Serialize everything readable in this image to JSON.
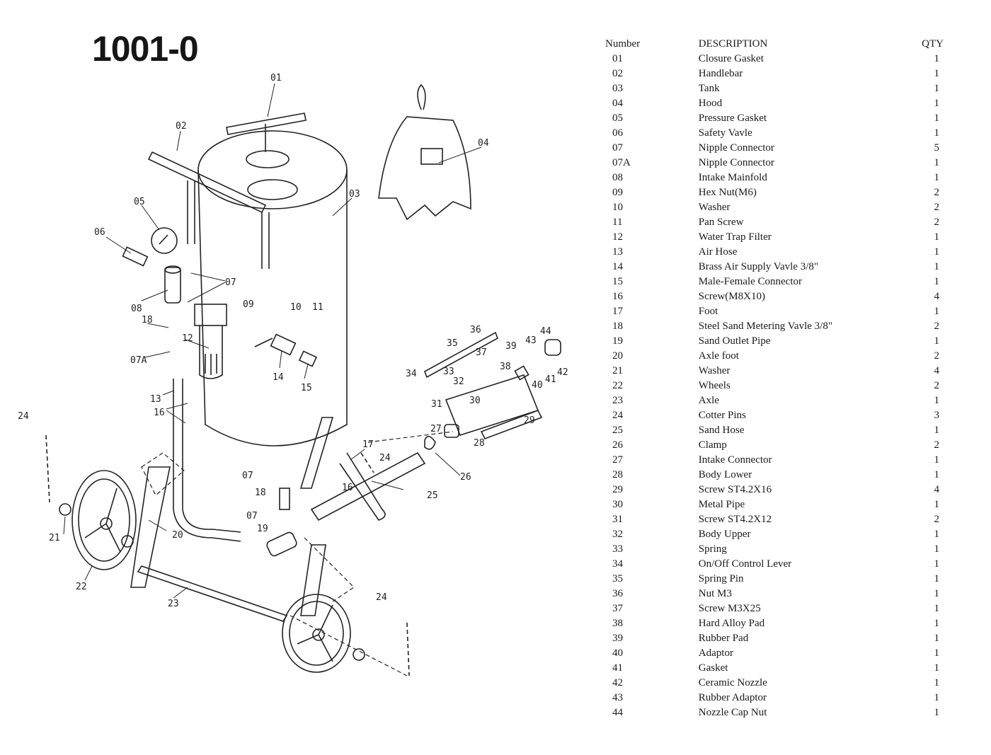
{
  "document": {
    "model_number": "1001-0"
  },
  "parts_table": {
    "headers": {
      "number": "Number",
      "description": "DESCRIPTION",
      "qty": "QTY"
    },
    "rows": [
      {
        "number": "01",
        "description": "Closure Gasket",
        "qty": "1"
      },
      {
        "number": "02",
        "description": "Handlebar",
        "qty": "1"
      },
      {
        "number": "03",
        "description": "Tank",
        "qty": "1"
      },
      {
        "number": "04",
        "description": "Hood",
        "qty": "1"
      },
      {
        "number": "05",
        "description": "Pressure Gasket",
        "qty": "1"
      },
      {
        "number": "06",
        "description": "Safety Vavle",
        "qty": "1"
      },
      {
        "number": "07",
        "description": "Nipple Connector",
        "qty": "5"
      },
      {
        "number": "07A",
        "description": "Nipple Connector",
        "qty": "1"
      },
      {
        "number": "08",
        "description": "Intake Mainfold",
        "qty": "1"
      },
      {
        "number": "09",
        "description": "Hex Nut(M6)",
        "qty": "2"
      },
      {
        "number": "10",
        "description": "Washer",
        "qty": "2"
      },
      {
        "number": "11",
        "description": "Pan Screw",
        "qty": "2"
      },
      {
        "number": "12",
        "description": "Water Trap Filter",
        "qty": "1"
      },
      {
        "number": "13",
        "description": "Air Hose",
        "qty": "1"
      },
      {
        "number": "14",
        "description": "Brass Air Supply Vavle 3/8\"",
        "qty": "1"
      },
      {
        "number": "15",
        "description": "Male-Female Connector",
        "qty": "1"
      },
      {
        "number": "16",
        "description": "Screw(M8X10)",
        "qty": "4"
      },
      {
        "number": "17",
        "description": "Foot",
        "qty": "1"
      },
      {
        "number": "18",
        "description": "Steel Sand Metering Vavle 3/8\"",
        "qty": "2"
      },
      {
        "number": "19",
        "description": "Sand Outlet Pipe",
        "qty": "1"
      },
      {
        "number": "20",
        "description": "Axle foot",
        "qty": "2"
      },
      {
        "number": "21",
        "description": "Washer",
        "qty": "4"
      },
      {
        "number": "22",
        "description": "Wheels",
        "qty": "2"
      },
      {
        "number": "23",
        "description": "Axle",
        "qty": "1"
      },
      {
        "number": "24",
        "description": "Cotter Pins",
        "qty": "3"
      },
      {
        "number": "25",
        "description": "Sand Hose",
        "qty": "1"
      },
      {
        "number": "26",
        "description": "Clamp",
        "qty": "2"
      },
      {
        "number": "27",
        "description": "Intake Connector",
        "qty": "1"
      },
      {
        "number": "28",
        "description": "Body Lower",
        "qty": "1"
      },
      {
        "number": "29",
        "description": "Screw ST4.2X16",
        "qty": "4"
      },
      {
        "number": "30",
        "description": "Metal Pipe",
        "qty": "1"
      },
      {
        "number": "31",
        "description": "Screw ST4.2X12",
        "qty": "2"
      },
      {
        "number": "32",
        "description": "Body Upper",
        "qty": "1"
      },
      {
        "number": "33",
        "description": "Spring",
        "qty": "1"
      },
      {
        "number": "34",
        "description": "On/Off Control Lever",
        "qty": "1"
      },
      {
        "number": "35",
        "description": "Spring Pin",
        "qty": "1"
      },
      {
        "number": "36",
        "description": "Nut M3",
        "qty": "1"
      },
      {
        "number": "37",
        "description": "Screw M3X25",
        "qty": "1"
      },
      {
        "number": "38",
        "description": "Hard Alloy Pad",
        "qty": "1"
      },
      {
        "number": "39",
        "description": "Rubber Pad",
        "qty": "1"
      },
      {
        "number": "40",
        "description": "Adaptor",
        "qty": "1"
      },
      {
        "number": "41",
        "description": "Gasket",
        "qty": "1"
      },
      {
        "number": "42",
        "description": "Ceramic Nozzle",
        "qty": "1"
      },
      {
        "number": "43",
        "description": "Rubber Adaptor",
        "qty": "1"
      },
      {
        "number": "44",
        "description": "Nozzle Cap Nut",
        "qty": "1"
      }
    ]
  },
  "diagram": {
    "callouts": [
      "01",
      "02",
      "03",
      "04",
      "05",
      "06",
      "07",
      "07",
      "07",
      "07A",
      "08",
      "09",
      "10",
      "11",
      "12",
      "13",
      "14",
      "15",
      "16",
      "16",
      "17",
      "18",
      "18",
      "19",
      "20",
      "21",
      "22",
      "23",
      "24",
      "24",
      "24",
      "25",
      "26",
      "27",
      "28",
      "29",
      "30",
      "31",
      "32",
      "33",
      "34",
      "35",
      "36",
      "37",
      "38",
      "39",
      "40",
      "41",
      "42",
      "43",
      "44"
    ]
  }
}
